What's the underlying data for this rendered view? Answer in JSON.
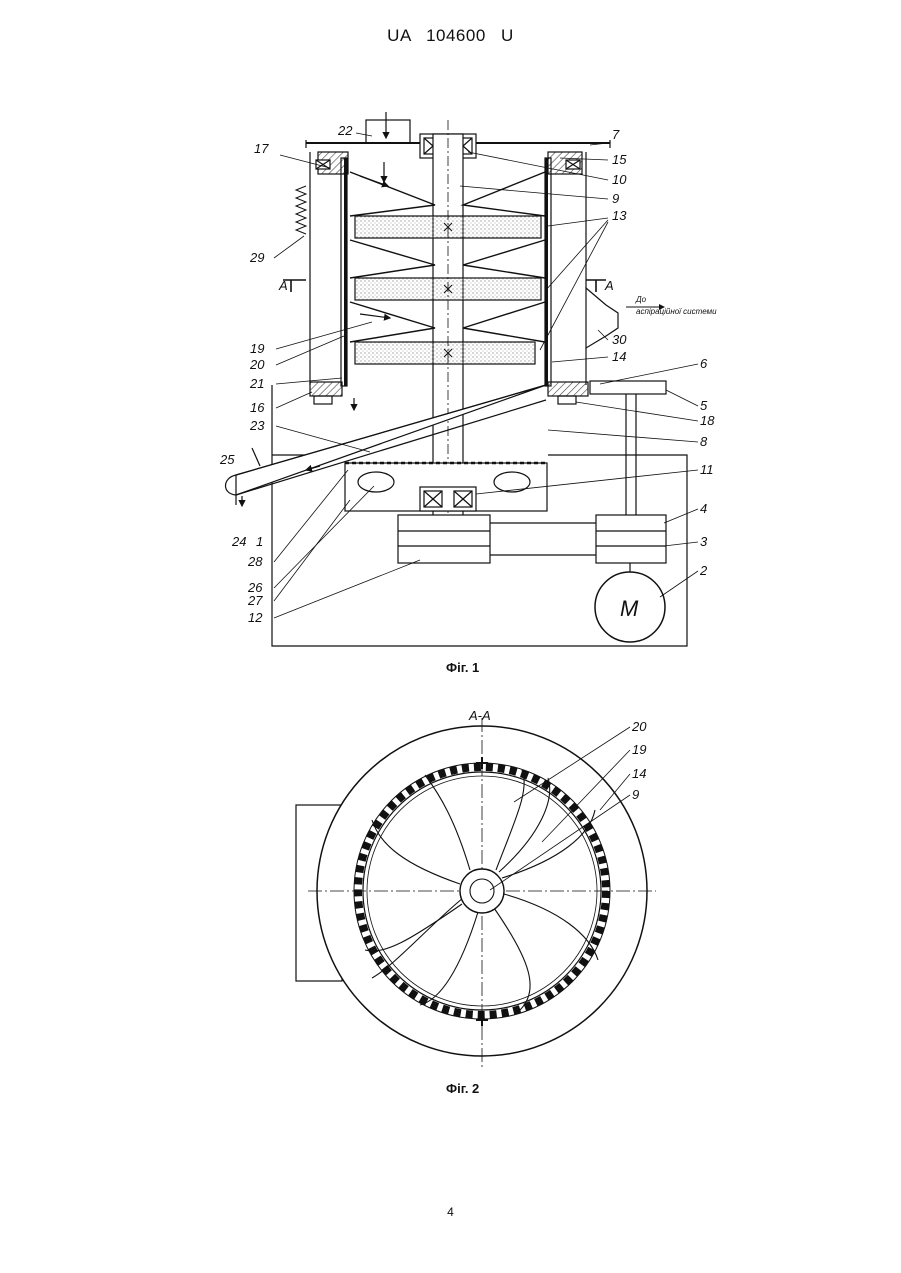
{
  "header": {
    "patent_number": "UA   104600   U"
  },
  "page_number": "4",
  "fig1": {
    "caption": "Фіг. 1",
    "section_mark": "A",
    "motor_label": "M",
    "outlet_note_line1": "До",
    "outlet_note_line2": "аспіраційної системи",
    "callouts": [
      "22",
      "7",
      "17",
      "15",
      "10",
      "9",
      "13",
      "29",
      "19",
      "20",
      "21",
      "16",
      "23",
      "25",
      "24",
      "1",
      "28",
      "26",
      "27",
      "12",
      "30",
      "14",
      "6",
      "5",
      "18",
      "8",
      "11",
      "4",
      "3",
      "2"
    ]
  },
  "fig2": {
    "caption": "Фіг. 2",
    "section_title": "А-А",
    "callouts": [
      "20",
      "19",
      "14",
      "9"
    ]
  }
}
